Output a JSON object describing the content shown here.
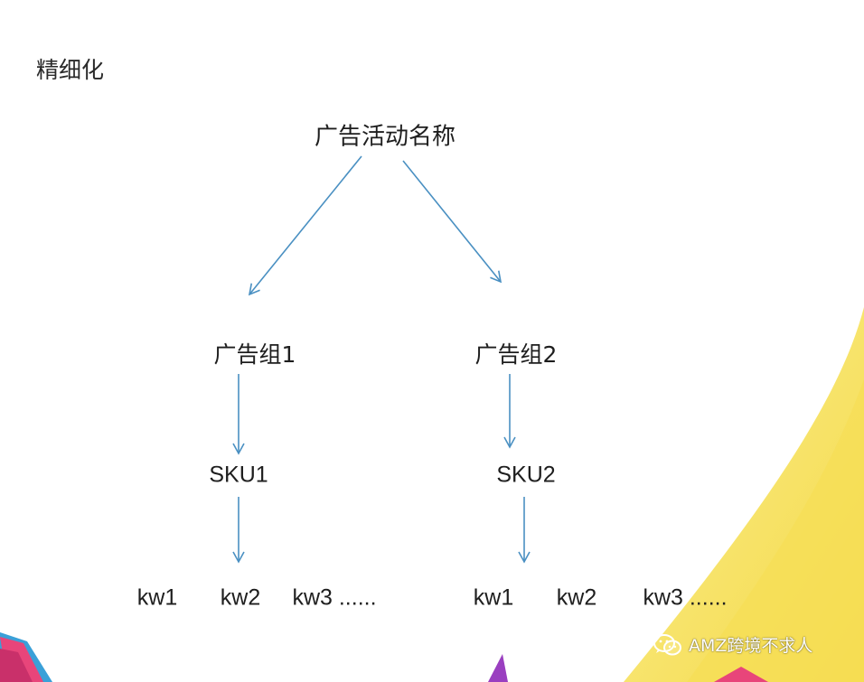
{
  "section_title": "精细化",
  "root": {
    "id": "root",
    "label": "广告活动名称"
  },
  "groups": [
    {
      "id": "group1",
      "label": "广告组1",
      "sku": "SKU1",
      "keywords": [
        "kw1",
        "kw2",
        "kw3 ......"
      ]
    },
    {
      "id": "group2",
      "label": "广告组2",
      "sku": "SKU2",
      "keywords": [
        "kw1",
        "kw2",
        "kw3 ......"
      ]
    }
  ],
  "edges": [
    {
      "from": "root",
      "to": "group1"
    },
    {
      "from": "root",
      "to": "group2"
    },
    {
      "from": "group1",
      "to": "sku1"
    },
    {
      "from": "group2",
      "to": "sku2"
    },
    {
      "from": "sku1",
      "to": "keywords1"
    },
    {
      "from": "sku2",
      "to": "keywords2"
    }
  ],
  "colors": {
    "arrow": "#4a90c2",
    "text": "#1e1e1e",
    "decor_yellow": "#f8e56a",
    "decor_pink": "#e8457a",
    "decor_blue": "#3aa0d8",
    "decor_purple": "#9a3fc0"
  },
  "watermark": {
    "icon": "wechat-icon",
    "text": "AMZ跨境不求人"
  }
}
